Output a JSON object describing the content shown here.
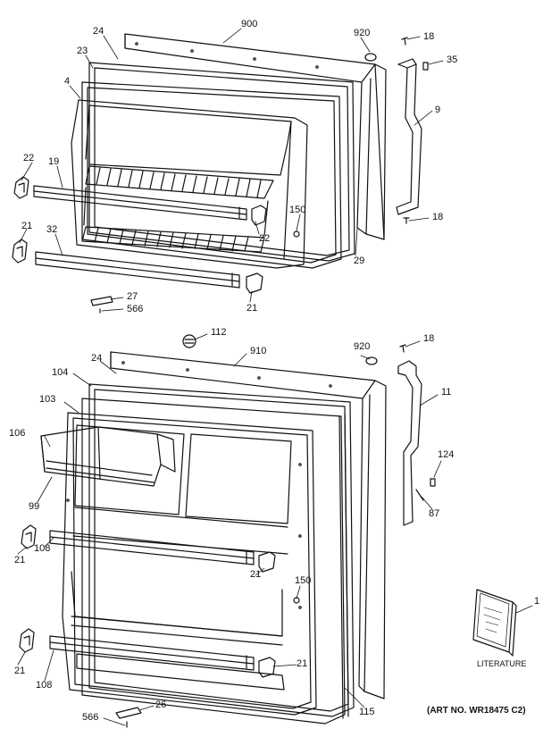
{
  "colors": {
    "ink": "#111111",
    "paper": "#ffffff"
  },
  "labels": {
    "c900": "900",
    "c920_top": "920",
    "c18_a": "18",
    "c24_top": "24",
    "c35": "35",
    "c23": "23",
    "c4": "4",
    "c9": "9",
    "c22_left": "22",
    "c19": "19",
    "c150_top": "150",
    "c18_b": "18",
    "c22_inner": "22",
    "c21_a": "21",
    "c32": "32",
    "c29": "29",
    "c27": "27",
    "c566_a": "566",
    "c21_b": "21",
    "c112": "112",
    "c18_c": "18",
    "c910": "910",
    "c920_bot": "920",
    "c24_bot": "24",
    "c104": "104",
    "c11": "11",
    "c103": "103",
    "c106": "106",
    "c124": "124",
    "c99": "99",
    "c87": "87",
    "c21_c": "21",
    "c108_a": "108",
    "c150_bot": "150",
    "c21_d": "21",
    "c1": "1",
    "c21_e": "21",
    "c21_f": "21",
    "c108_b": "108",
    "c26": "26",
    "c566_b": "566",
    "c115": "115"
  },
  "literature_label": "LITERATURE",
  "art_number": "(ART NO. WR18475 C2)"
}
